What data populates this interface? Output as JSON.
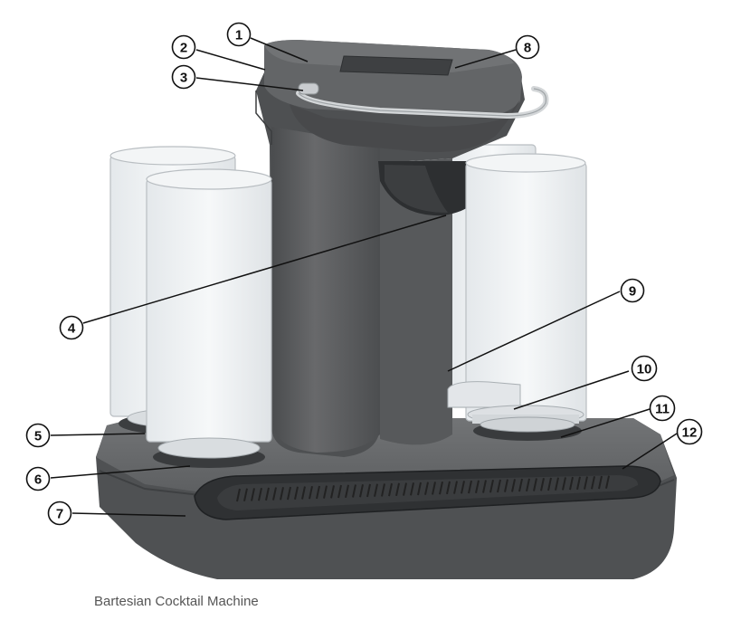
{
  "caption": "Bartesian Cocktail Machine",
  "callouts": [
    {
      "n": "1",
      "part": "lid"
    },
    {
      "n": "2",
      "part": "body-top"
    },
    {
      "n": "3",
      "part": "handle"
    },
    {
      "n": "4",
      "part": "dispenser-head"
    },
    {
      "n": "5",
      "part": "rear-left-bottle-seat"
    },
    {
      "n": "6",
      "part": "front-left-bottle-seat"
    },
    {
      "n": "7",
      "part": "base"
    },
    {
      "n": "8",
      "part": "display"
    },
    {
      "n": "9",
      "part": "column"
    },
    {
      "n": "10",
      "part": "front-right-bottle-cap"
    },
    {
      "n": "11",
      "part": "front-right-bottle-seat"
    },
    {
      "n": "12",
      "part": "drip-tray"
    }
  ],
  "colors": {
    "body": "#5f6163",
    "body_dark": "#3f4143",
    "base_top": "#6a6c6e",
    "base_side": "#4e5052",
    "glass": "#eef1f3",
    "glass_edge": "#b9bec2",
    "handle": "#d8dadc"
  }
}
